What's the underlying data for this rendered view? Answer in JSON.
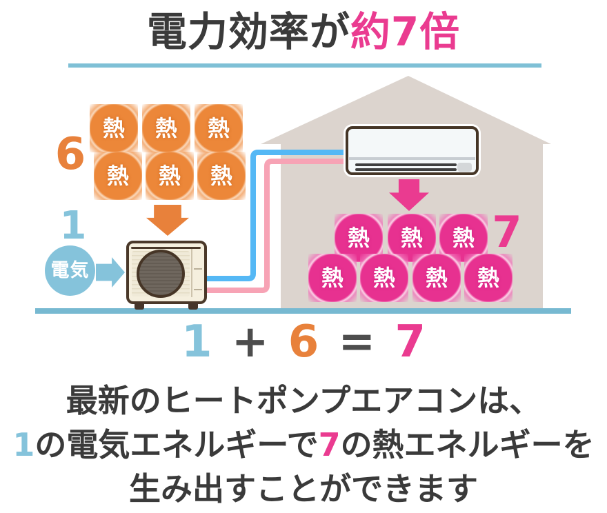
{
  "title": {
    "prefix": "電力効率が",
    "highlight": "約7倍"
  },
  "colors": {
    "blue": "#85C3DB",
    "orange": "#E8813B",
    "pink": "#EA3B90",
    "dark_text": "#3A3A3A",
    "underline_blue": "#7FC0D6",
    "ground_blue": "#77B9D1",
    "pipe_blue": "#55B8F5",
    "pipe_pink": "#F7A3B5",
    "house_beige": "#DCD4CE"
  },
  "diagram": {
    "heat_label": "熱",
    "outdoor_heat_count": 6,
    "outdoor_count_label": "6",
    "electricity_count_label": "1",
    "electricity_label": "電気",
    "indoor_heat_count": 7,
    "indoor_count_label": "7"
  },
  "formula": {
    "electricity": "1",
    "plus": "+",
    "heat_in": "6",
    "equals": "=",
    "total": "7"
  },
  "caption": {
    "line1": "最新のヒートポンプエアコンは、",
    "line2_parts": [
      {
        "text": "1",
        "color": "blue"
      },
      {
        "text": "の電気エネルギーで",
        "color": "dark_text"
      },
      {
        "text": "7",
        "color": "pink"
      },
      {
        "text": "の熱エネルギーを",
        "color": "dark_text"
      }
    ],
    "line3": "生み出すことができます"
  }
}
